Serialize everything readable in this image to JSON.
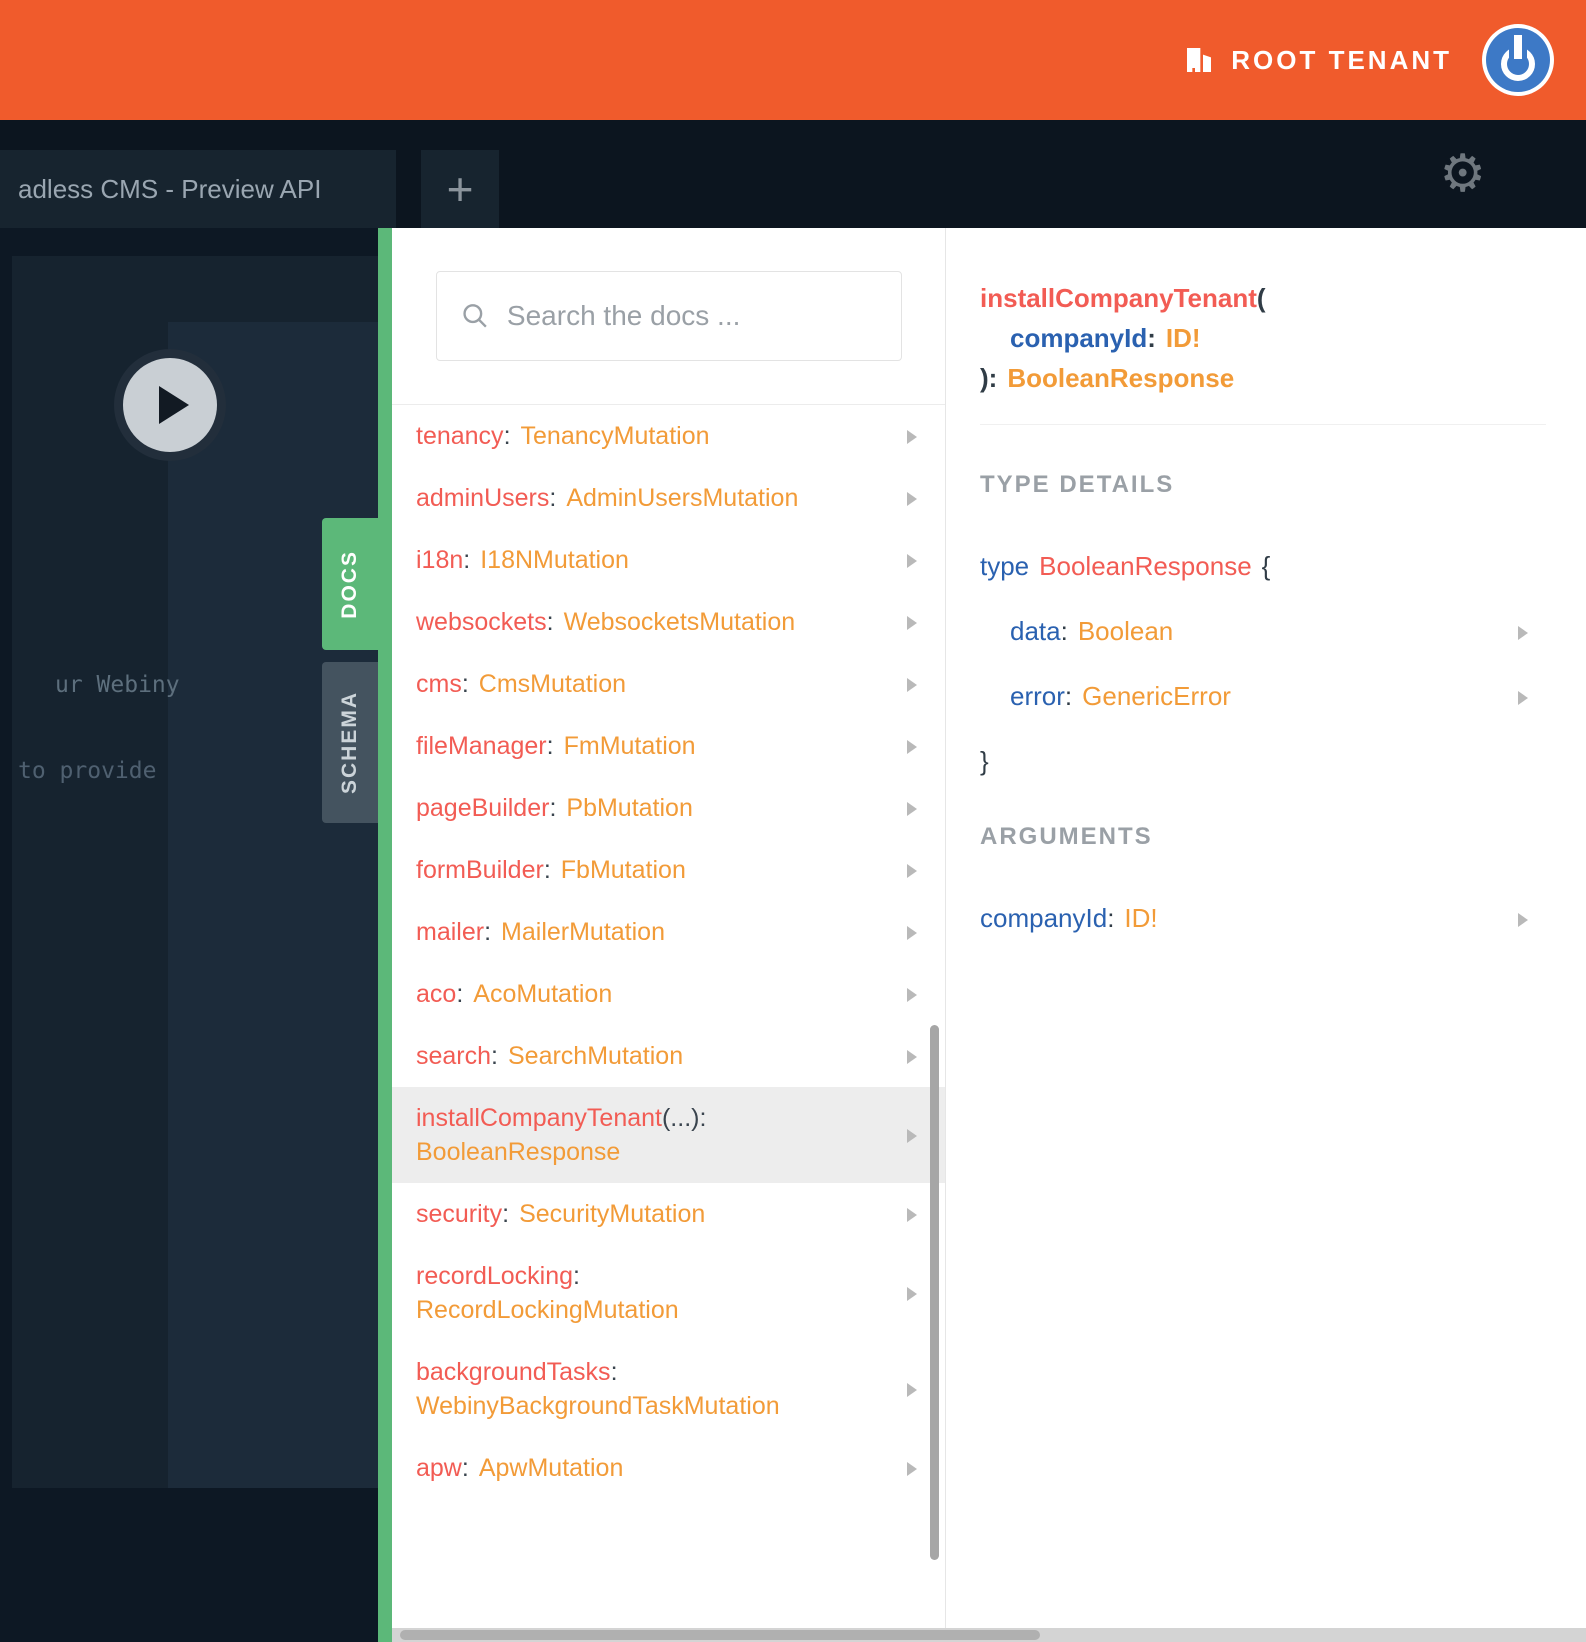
{
  "colors": {
    "header_orange": "#f05b2c",
    "navbar_dark": "#0c151f",
    "editor_dark": "#0e1a26",
    "docs_green": "#5cb879",
    "schema_slate": "#44535f",
    "field_red": "#f25c54",
    "type_orange": "#f29b38",
    "keyword_blue": "#2a61b0",
    "selected_row_bg": "#ededed"
  },
  "punct": {
    "colon": ":"
  },
  "icons": {
    "gear": "⚙"
  },
  "header": {
    "tenant_label": "ROOT TENANT"
  },
  "tabbar": {
    "active_tab_title": "adless CMS - Preview API",
    "new_tab_label": "+"
  },
  "editor": {
    "code_line_1": "ur Webiny",
    "code_line_2": "to provide"
  },
  "side_tabs": {
    "docs_label": "DOCS",
    "schema_label": "SCHEMA"
  },
  "docs_panel": {
    "search_placeholder": "Search the docs ...",
    "fields": [
      {
        "name": "tenancy",
        "type": "TenancyMutation"
      },
      {
        "name": "adminUsers",
        "type": "AdminUsersMutation"
      },
      {
        "name": "i18n",
        "type": "I18NMutation"
      },
      {
        "name": "websockets",
        "type": "WebsocketsMutation"
      },
      {
        "name": "cms",
        "type": "CmsMutation"
      },
      {
        "name": "fileManager",
        "type": "FmMutation"
      },
      {
        "name": "pageBuilder",
        "type": "PbMutation"
      },
      {
        "name": "formBuilder",
        "type": "FbMutation"
      },
      {
        "name": "mailer",
        "type": "MailerMutation"
      },
      {
        "name": "aco",
        "type": "AcoMutation"
      },
      {
        "name": "search",
        "type": "SearchMutation"
      },
      {
        "name": "installCompanyTenant",
        "args": "(...)",
        "type": "BooleanResponse"
      },
      {
        "name": "security",
        "type": "SecurityMutation"
      },
      {
        "name": "recordLocking",
        "type": "RecordLockingMutation"
      },
      {
        "name": "backgroundTasks",
        "type": "WebinyBackgroundTaskMutation"
      },
      {
        "name": "apw",
        "type": "ApwMutation"
      }
    ]
  },
  "detail_panel": {
    "signature": {
      "name": "installCompanyTenant",
      "open_paren": "(",
      "arg_name": "companyId",
      "arg_type": "ID!",
      "close_paren": "):",
      "return_type": "BooleanResponse"
    },
    "type_details_label": "TYPE DETAILS",
    "type_def": {
      "keyword": "type",
      "name": "BooleanResponse",
      "open_brace": "{",
      "fields": [
        {
          "name": "data",
          "type": "Boolean"
        },
        {
          "name": "error",
          "type": "GenericError"
        }
      ],
      "close_brace": "}"
    },
    "arguments_label": "ARGUMENTS",
    "arguments": [
      {
        "name": "companyId",
        "type": "ID!"
      }
    ]
  }
}
